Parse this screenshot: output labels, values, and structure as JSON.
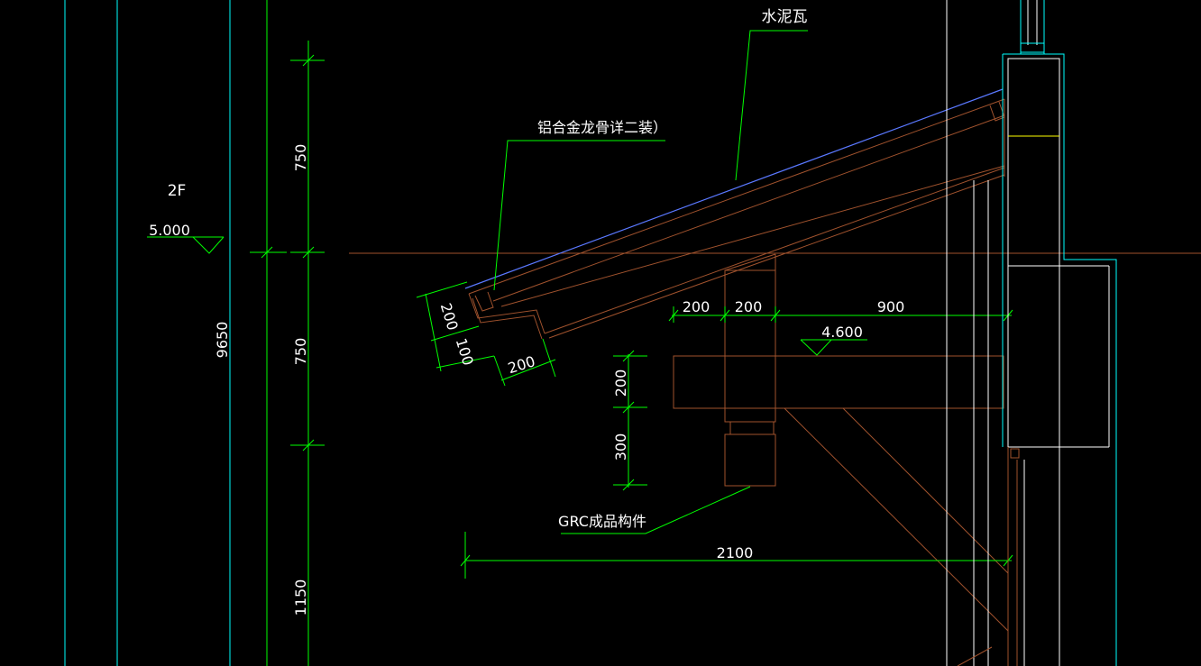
{
  "drawing": {
    "floor_label": "2F",
    "elevation_upper": "5.000",
    "elevation_lower": "4.600",
    "dim_750_top": "750",
    "dim_750_mid": "750",
    "dim_1150": "1150",
    "dim_9650": "9650",
    "dim_200_a": "200",
    "dim_200_b": "200",
    "dim_900": "900",
    "dim_eave_200": "200",
    "dim_eave_100": "100",
    "dim_eave_200_bottom": "200",
    "dim_beam_200": "200",
    "dim_beam_300": "300",
    "dim_2100": "2100"
  },
  "labels": {
    "cement_tile": "水泥瓦",
    "aluminum_keel": "铝合金龙骨详二装）",
    "grc_component": "GRC成品构件"
  },
  "colors": {
    "background": "#000000",
    "green": "#00ff00",
    "cyan": "#00ffff",
    "brown": "#a0522d",
    "white": "#ffffff",
    "blue": "#5a78ff",
    "yellow": "#ffff00"
  }
}
